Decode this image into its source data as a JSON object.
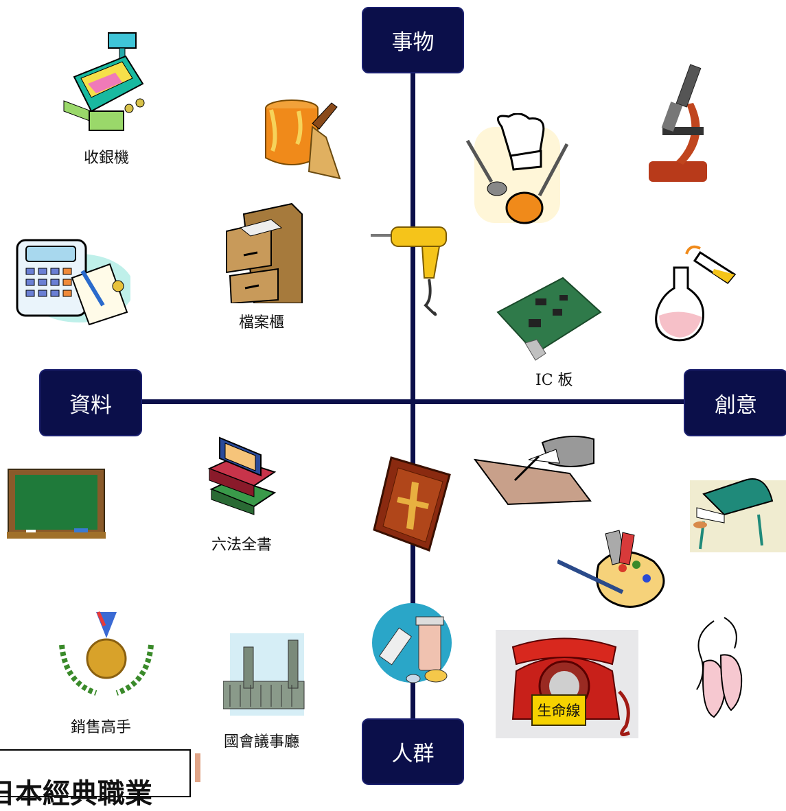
{
  "axes": {
    "top": "事物",
    "bottom": "人群",
    "left": "資料",
    "right": "創意"
  },
  "items": {
    "cash_register": "收銀機",
    "file_cabinet": "檔案櫃",
    "ic_board": "IC 板",
    "law_book": "六法全書",
    "sales_champion": "銷售高手",
    "parliament": "國會議事廳",
    "lifeline": "生命線"
  },
  "legend": {
    "text": "日本經典職業"
  },
  "colors": {
    "axis": "#0b0f4a",
    "badge": "#f6d200"
  }
}
